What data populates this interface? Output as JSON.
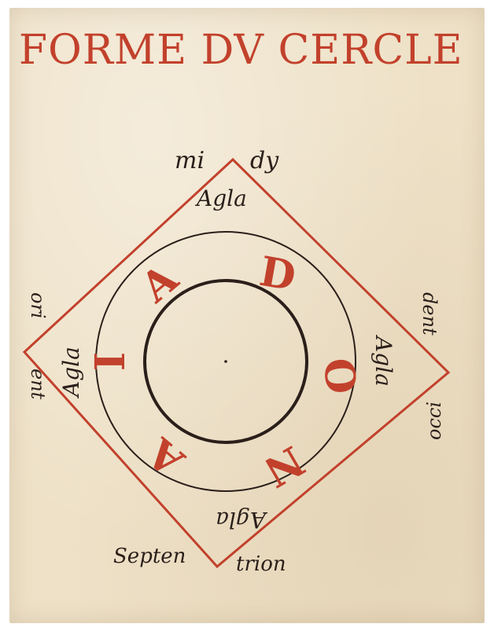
{
  "title": "FORME DV CERCLE",
  "directions": {
    "top_left": "mi",
    "top_right": "dy",
    "left_top": "ori",
    "left_bottom": "ent",
    "right_top": "dent",
    "right_bottom": "occi",
    "bottom_left": "Septen",
    "bottom_right": "trion"
  },
  "agla": {
    "top": "Agla",
    "left": "Agla",
    "right": "Agla",
    "bottom": "Agla"
  },
  "ring_letters": {
    "l1": "A",
    "l2": "D",
    "l3": "O",
    "l4": "N",
    "l5": "A",
    "l6": "I"
  },
  "colors": {
    "ink": "#2a1f1a",
    "red": "#c2412c",
    "paper": "#eee1c7"
  }
}
